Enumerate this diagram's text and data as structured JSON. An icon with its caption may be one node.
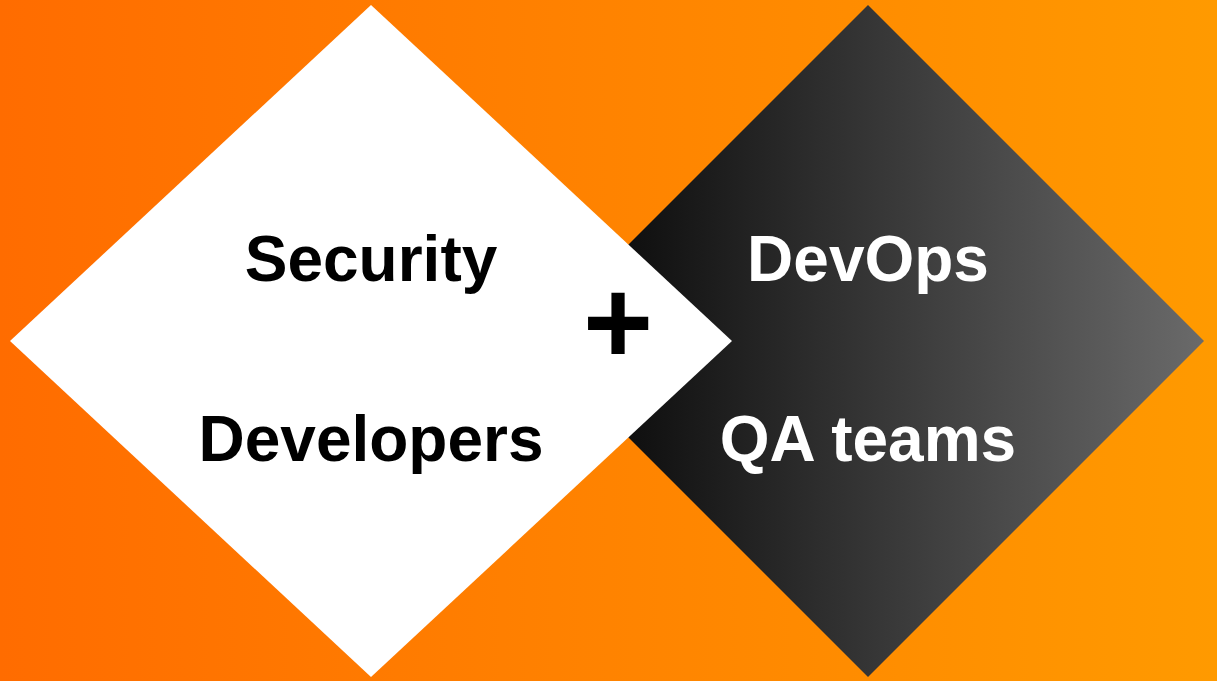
{
  "diagram": {
    "nodes": [
      {
        "text": [
          "Security",
          "Developers"
        ]
      },
      {
        "text": [
          "DevOps",
          "QA teams"
        ]
      }
    ],
    "labels": [
      "+"
    ]
  }
}
